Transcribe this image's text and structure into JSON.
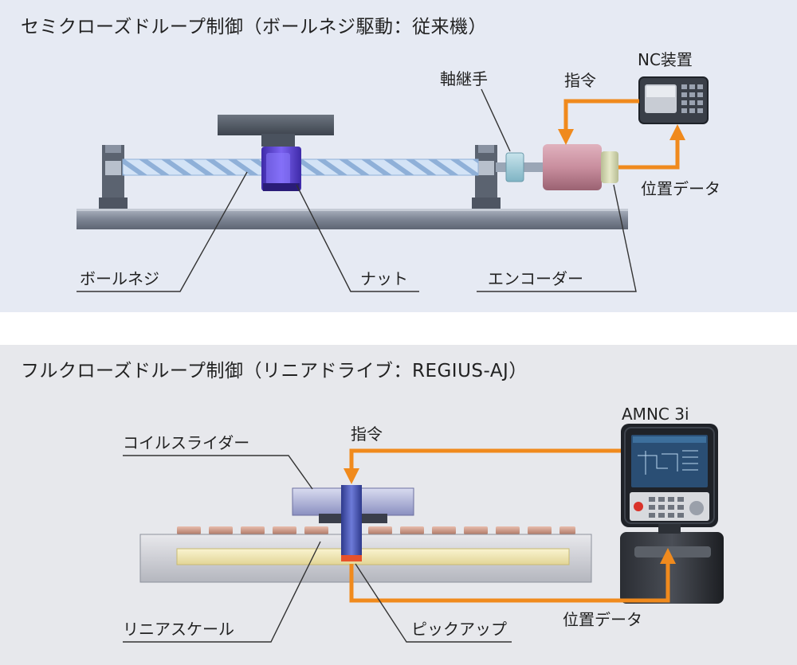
{
  "top": {
    "title": "セミクローズドループ制御（ボールネジ駆動：従来機）",
    "labels": {
      "nc": "NC装置",
      "coupling": "軸継手",
      "command": "指令",
      "position_data": "位置データ",
      "ball_screw": "ボールネジ",
      "nut": "ナット",
      "encoder": "エンコーダー"
    }
  },
  "bottom": {
    "title": "フルクローズドループ制御（リニアドライブ：REGIUS-AJ）",
    "labels": {
      "controller": "AMNC 3i",
      "command": "指令",
      "coil_slider": "コイルスライダー",
      "position_data": "位置データ",
      "linear_scale": "リニアスケール",
      "pickup": "ピックアップ"
    }
  },
  "colors": {
    "signal": "#f08a1d",
    "nut": "#5a3fd6",
    "motor": "#c98e9e",
    "encoder": "#d2d6b0",
    "coupling": "#a9d0dc",
    "scale_strip": "#f1e9b8",
    "magnets": "#d6a898"
  }
}
